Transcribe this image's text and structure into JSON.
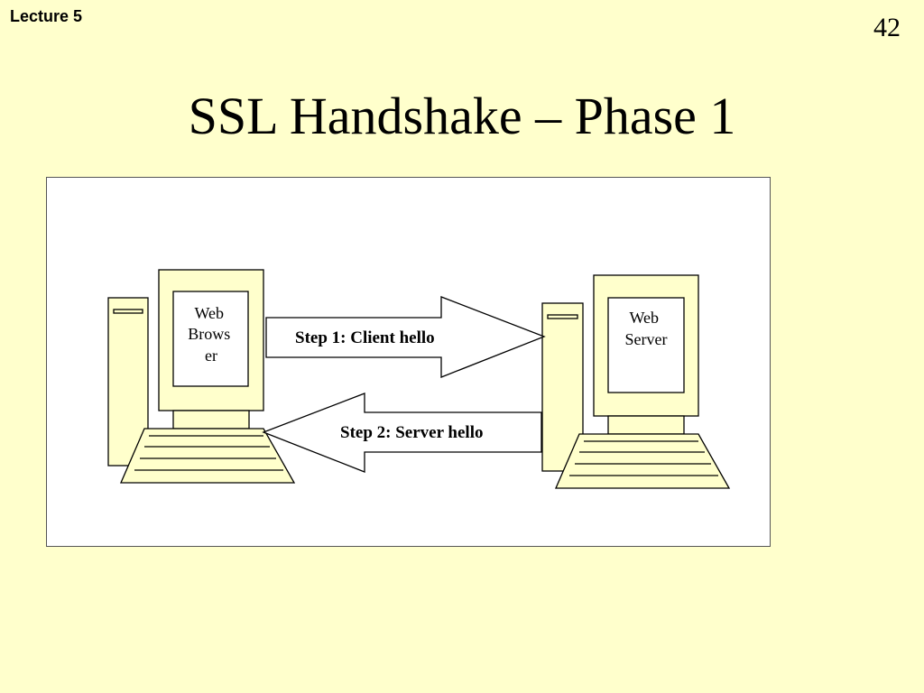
{
  "slide": {
    "lecture_label": "Lecture 5",
    "number": "42",
    "title": "SSL Handshake – Phase 1"
  },
  "diagram": {
    "client": {
      "screen_label_lines": [
        "Web",
        "Brows",
        "er"
      ]
    },
    "server": {
      "screen_label_lines": [
        "Web",
        "Server"
      ]
    },
    "arrows": [
      {
        "label": "Step 1: Client hello",
        "direction": "client-to-server"
      },
      {
        "label": "Step 2: Server hello",
        "direction": "server-to-client"
      }
    ]
  },
  "colors": {
    "background": "#ffffcc",
    "computer_fill": "#ffffcc",
    "outline": "#000000"
  }
}
